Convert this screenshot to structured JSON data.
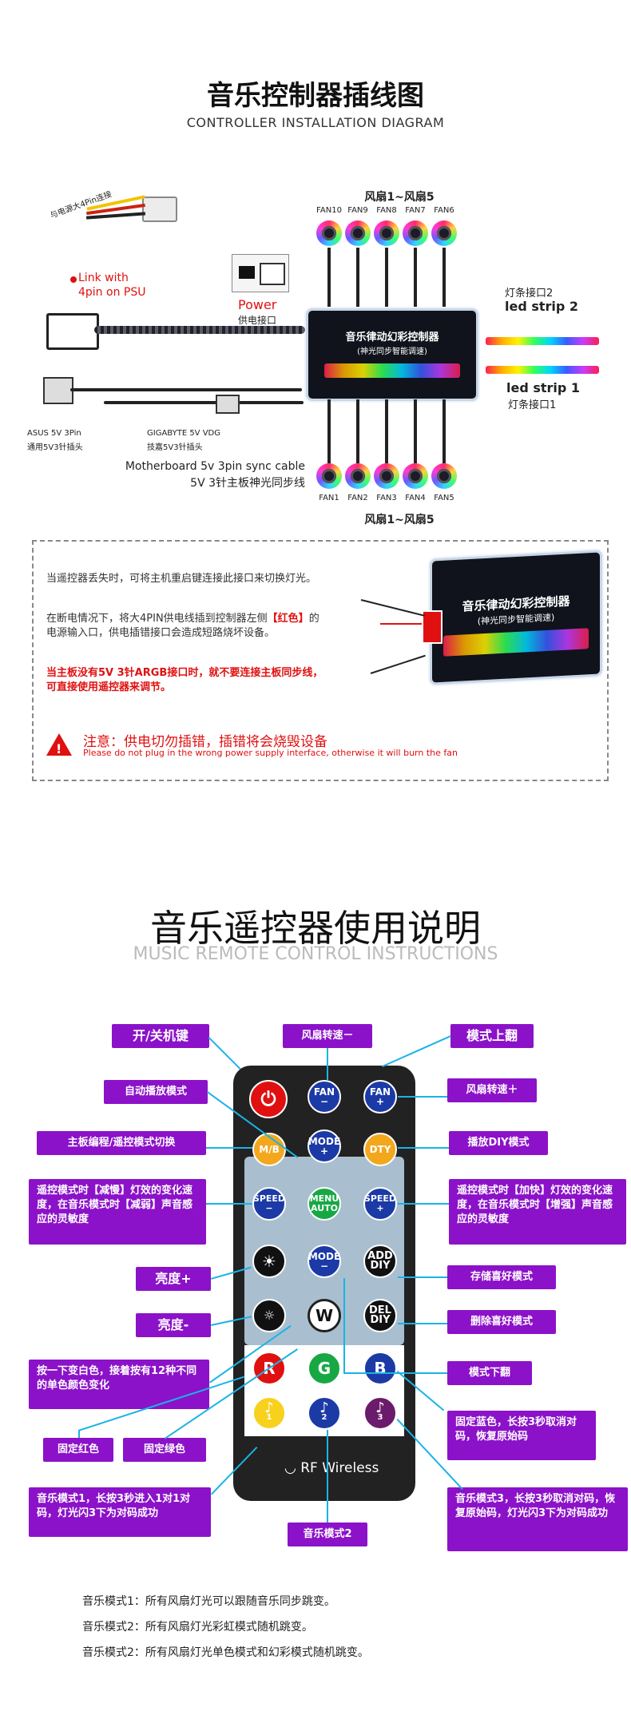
{
  "section1": {
    "title_cn": "音乐控制器插线图",
    "title_en": "CONTROLLER INSTALLATION DIAGRAM",
    "fans_top_header": "风扇1~风扇5",
    "fans_bottom_header": "风扇1~风扇5",
    "fans_top": [
      "FAN10",
      "FAN9",
      "FAN8",
      "FAN7",
      "FAN6"
    ],
    "fans_bottom": [
      "FAN1",
      "FAN2",
      "FAN3",
      "FAN4",
      "FAN5"
    ],
    "psu_cn": "与电源大4Pin连接",
    "psu_en_1": "Link with",
    "psu_en_2": "4pin on PSU",
    "power_en": "Power",
    "power_cn": "供电接口",
    "asus_1": "ASUS 5V 3Pin",
    "asus_2": "通用5V3针插头",
    "giga_1": "GIGABYTE 5V  VDG",
    "giga_2": "技嘉5V3针插头",
    "mb_en": "Motherboard 5v 3pin sync cable",
    "mb_cn": "5V 3针主板神光同步线",
    "strip2_cn": "灯条接口2",
    "strip2_en": "led strip 2",
    "strip1_en": "led strip 1",
    "strip1_cn": "灯条接口1",
    "controller_title": "音乐律动幻彩控制器",
    "controller_sub": "(神光同步智能调速)"
  },
  "notes": {
    "line1": "当遥控器丢失时，可将主机重启键连接此接口来切换灯光。",
    "line2a": "在断电情况下，将大4PIN供电线插到控制器左侧",
    "line2_red": "【红色】",
    "line2b": "的",
    "line2c": "电源输入口，供电插错接口会造成短路烧坏设备。",
    "line3a": "当主板没有5V 3针ARGB接口时，就不要连接主板同步线，",
    "line3b": "可直接使用遥控器来调节。",
    "warn_cn": "注意：供电切勿插错，插错将会烧毁设备",
    "warn_en": "Please do not plug in the wrong power supply interface, otherwise it will burn the fan"
  },
  "section2": {
    "title_cn": "音乐遥控器使用说明",
    "title_en": "MUSIC REMOTE CONTROL INSTRUCTIONS"
  },
  "labels": {
    "power": "开/关机键",
    "fan_minus": "风扇转速－",
    "mode_up": "模式上翻",
    "auto": "自动播放模式",
    "fan_plus": "风扇转速＋",
    "mb": "主板编程/遥控模式切换",
    "diy": "播放DIY模式",
    "speed_minus": "遥控模式时【减慢】灯效的变化速度，在音乐模式时【减弱】声音感应的灵敏度",
    "speed_plus": "遥控模式时【加快】灯效的变化速度，在音乐模式时【增强】声音感应的灵敏度",
    "bright_up": "亮度+",
    "store": "存储喜好模式",
    "bright_down": "亮度-",
    "delete": "删除喜好模式",
    "mode_down": "模式下翻",
    "white": "按一下变白色，接着按有12种不同的单色颜色变化",
    "blue": "固定蓝色，长按3秒取消对码，恢复原始码",
    "red": "固定红色",
    "green": "固定绿色",
    "music1": "音乐模式1，长按3秒进入1对1对码，灯光闪3下为对码成功",
    "music3": "音乐模式3，长按3秒取消对码，恢复原始码，灯光闪3下为对码成功",
    "music2": "音乐模式2"
  },
  "remote": {
    "fan_m_1": "FAN",
    "fan_m_2": "−",
    "fan_p_1": "FAN",
    "fan_p_2": "+",
    "mode_p_1": "MODE",
    "mode_p_2": "+",
    "mb": "M/B",
    "dty": "DTY",
    "speed_m_1": "SPEED",
    "speed_m_2": "−",
    "menu_1": "MENU",
    "menu_2": "AUTO",
    "speed_p_1": "SPEED",
    "speed_p_2": "+",
    "mode_m_1": "MODE",
    "mode_m_2": "−",
    "add_1": "ADD",
    "add_2": "DIY",
    "w": "W",
    "del_1": "DEL",
    "del_2": "DIY",
    "r": "R",
    "g": "G",
    "b": "B",
    "n1": "1",
    "n2": "2",
    "n3": "3",
    "rf": "RF Wireless"
  },
  "legend": {
    "l1": "音乐模式1：所有风扇灯光可以跟随音乐同步跳变。",
    "l2": "音乐模式2：所有风扇灯光彩虹模式随机跳变。",
    "l3": "音乐模式2：所有风扇灯光单色模式和幻彩模式随机跳变。"
  },
  "colors": {
    "label_bg": "#8b12c9",
    "line": "#1ab3e6",
    "warn": "#e01010"
  }
}
